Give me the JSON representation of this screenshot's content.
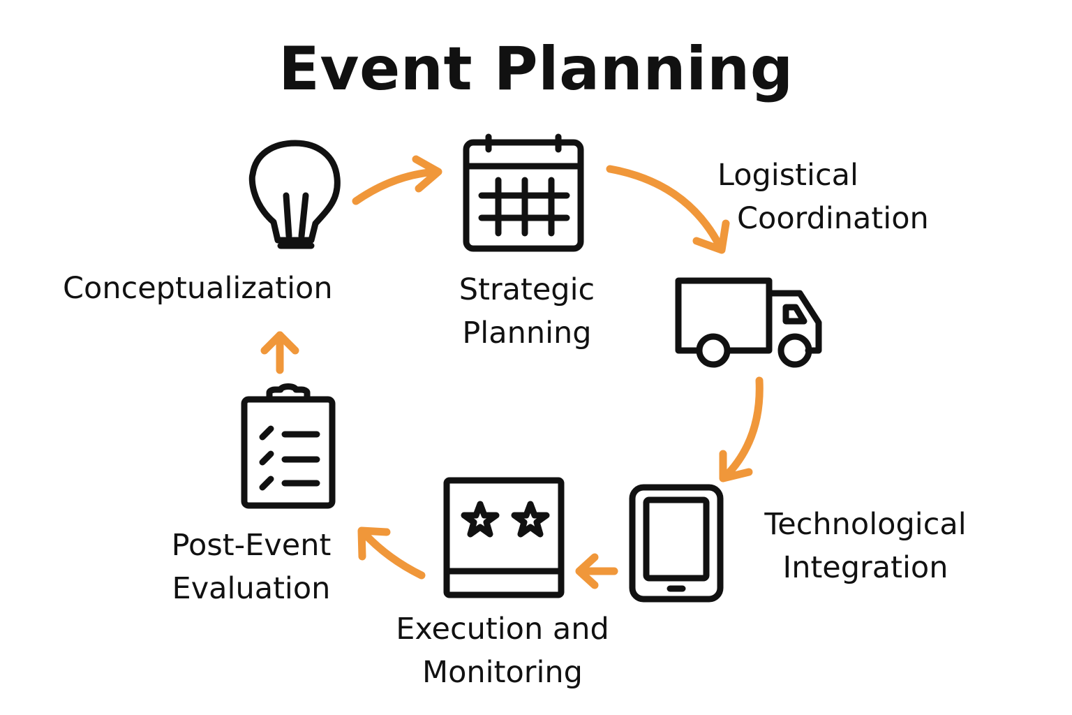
{
  "title": "Event Planning",
  "accent_color": "#F0973A",
  "stroke_color": "#111111",
  "steps": [
    {
      "icon": "lightbulb-icon",
      "lines": [
        "Conceptualization"
      ]
    },
    {
      "icon": "calendar-icon",
      "lines": [
        "Strategic",
        "Planning"
      ]
    },
    {
      "icon": "truck-icon",
      "lines": [
        "Logistical",
        "Coordination"
      ]
    },
    {
      "icon": "tablet-icon",
      "lines": [
        "Technological",
        "Integration"
      ]
    },
    {
      "icon": "screen-stars-icon",
      "lines": [
        "Execution and",
        "Monitoring"
      ]
    },
    {
      "icon": "clipboard-checklist-icon",
      "lines": [
        "Post-Event",
        "Evaluation"
      ]
    }
  ]
}
